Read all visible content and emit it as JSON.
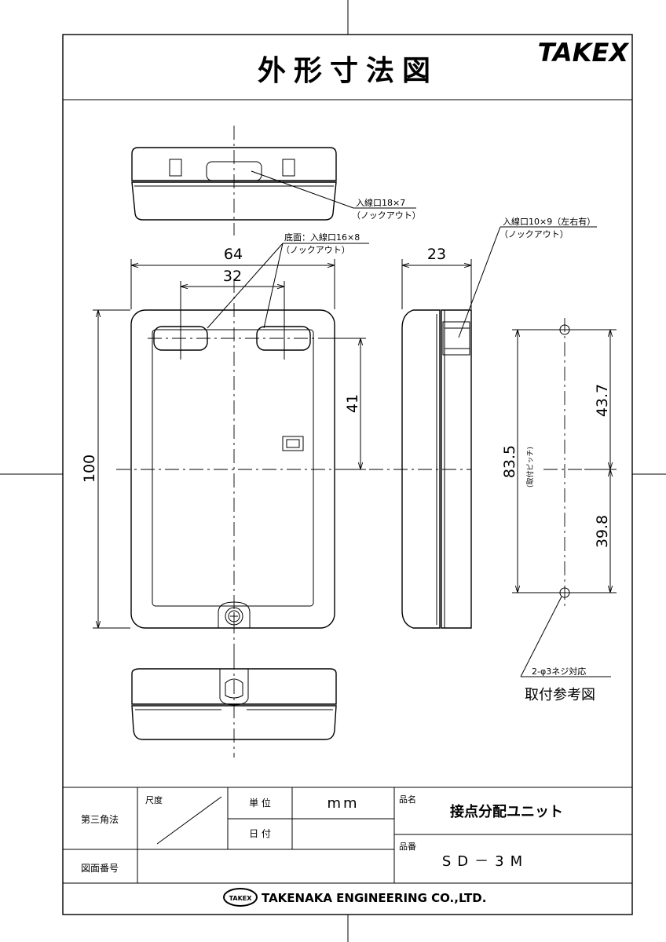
{
  "header": {
    "title": "外形寸法図",
    "brand": "TAKEX"
  },
  "notes": {
    "top_knockout": [
      "入線口18×7",
      "（ノックアウト）"
    ],
    "bottom_knockout": [
      "底面：入線口16×8",
      "（ノックアウト）"
    ],
    "side_knockout": [
      "入線口10×9（左右有）",
      "（ノックアウト）"
    ],
    "screw": "2-φ3ネジ対応",
    "mount_pitch": "(取付ピッチ)",
    "mount_ref": "取付参考図"
  },
  "dimensions": {
    "width": "64",
    "knock_pitch": "32",
    "depth": "23",
    "height": "100",
    "knock_offset": "41",
    "pitch": "83.5",
    "upper": "43.7",
    "lower": "39.8"
  },
  "title_block": {
    "projection": "第三角法",
    "scale_label": "尺度",
    "unit_label": "単 位",
    "unit_value": "mm",
    "date_label": "日 付",
    "product_name_label": "品名",
    "product_name": "接点分配ユニット",
    "product_no_label": "品番",
    "product_no": "SD－3M",
    "drawing_no_label": "図面番号",
    "company_logo": "TAKEX",
    "company": "TAKENAKA ENGINEERING CO.,LTD."
  }
}
